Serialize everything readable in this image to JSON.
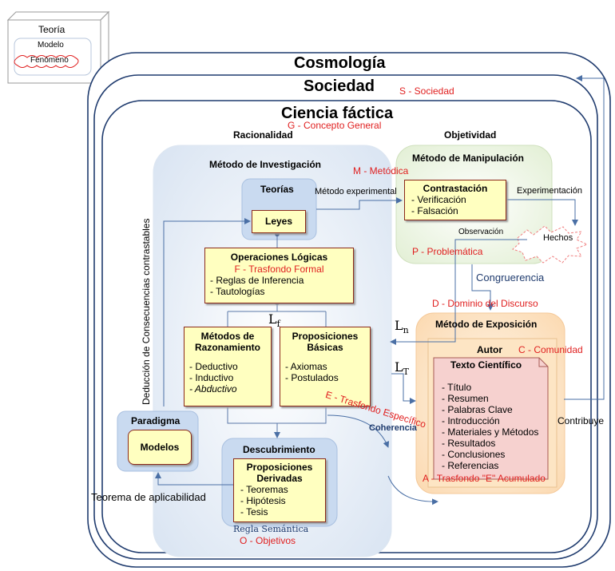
{
  "legend": {
    "theory": "Teoría",
    "model": "Modelo",
    "phenomenon": "Fenómeno"
  },
  "levels": {
    "cosmology": "Cosmología",
    "society": "Sociedad",
    "factual_science": "Ciencia fáctica"
  },
  "tags": {
    "society": "S - Sociedad",
    "general_concept": "G - Concepto  General",
    "methodic": "M - Metódica",
    "formal_background": "F - Trasfondo  Formal",
    "problematic": "P - Problemática",
    "discourse_domain": "D - Dominio del Discurso",
    "community": "C - Comunidad",
    "specific_background": "E - Trasfondo  Específico",
    "accumulated_background": "A - Trasfondo  \"E\" Acumulado",
    "objectives": "O - Objetivos"
  },
  "headings": {
    "rationality": "Racionalidad",
    "objectivity": "Objetividad"
  },
  "investigation": {
    "title": "Método  de Investigación",
    "theories": "Teorías",
    "laws": "Leyes",
    "logical_ops": {
      "title": "Operaciones Lógicas",
      "items": [
        "- Reglas de Inferencia",
        "- Tautologías"
      ]
    },
    "reasoning": {
      "title": "Métodos de\nRazonamiento",
      "items": [
        "- Deductivo",
        "- Inductivo",
        "- Abductivo"
      ]
    },
    "basic_props": {
      "title": "Proposiciones\nBásicas",
      "items": [
        "- Axiomas",
        "- Postulados"
      ]
    }
  },
  "manipulation": {
    "title": "Método de Manipulación",
    "contrast_title": "Contrastación",
    "items": [
      "- Verificación",
      "- Falsación"
    ]
  },
  "facts": "Hechos",
  "exposition": {
    "title": "Método de Exposición",
    "author": "Autor",
    "text_title": "Texto Científico",
    "items": [
      "- Título",
      "- Resumen",
      "- Palabras Clave",
      "- Introducción",
      "- Materiales y Métodos",
      "- Resultados",
      "- Conclusiones",
      "- Referencias"
    ]
  },
  "paradigm": {
    "title": "Paradigma",
    "models": "Modelos"
  },
  "discovery": {
    "title": "Descubrimiento",
    "derived_title": "Proposiciones\nDerivadas",
    "items": [
      "- Teoremas",
      "- Hipótesis",
      "- Tesis"
    ]
  },
  "edges": {
    "experimental_method": "Método experimental",
    "experimentation": "Experimentación",
    "observation": "Observación",
    "congruence": "Congruerencia",
    "coherence": "Coherencia",
    "contributes": "Contribuye",
    "applicability": "Teorema de aplicabilidad",
    "semantic_rule": "Regla  Semántica",
    "deduction": "Deducción de Consecuencias contrastables"
  },
  "symbols": {
    "lf": "L",
    "lf_sub": "f",
    "ln": "L",
    "ln_sub": "n",
    "lt": "L",
    "lt_sub": "T"
  }
}
